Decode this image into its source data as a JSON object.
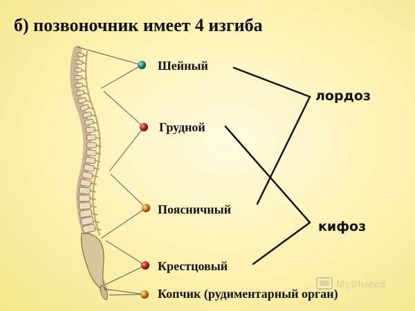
{
  "title": "б) позвоночник имеет 4 изгиба",
  "regions": [
    {
      "label": "Шейный",
      "dot_color": "#1f8f88"
    },
    {
      "label": "Грудной",
      "dot_color": "#c0281c"
    },
    {
      "label": "Поясничный",
      "dot_color": "#d9881a"
    },
    {
      "label": "Крестцовый",
      "dot_color": "#c0281c"
    },
    {
      "label": "Копчик (рудиментарный орган)",
      "dot_color": "#d9881a"
    }
  ],
  "curve_types": {
    "lordosis": "лордоз",
    "kyphosis": "кифоз"
  },
  "watermark": "MyShared",
  "colors": {
    "bone": "#e9dcc0",
    "disc": "#8a5a3a",
    "line": "#111111"
  }
}
